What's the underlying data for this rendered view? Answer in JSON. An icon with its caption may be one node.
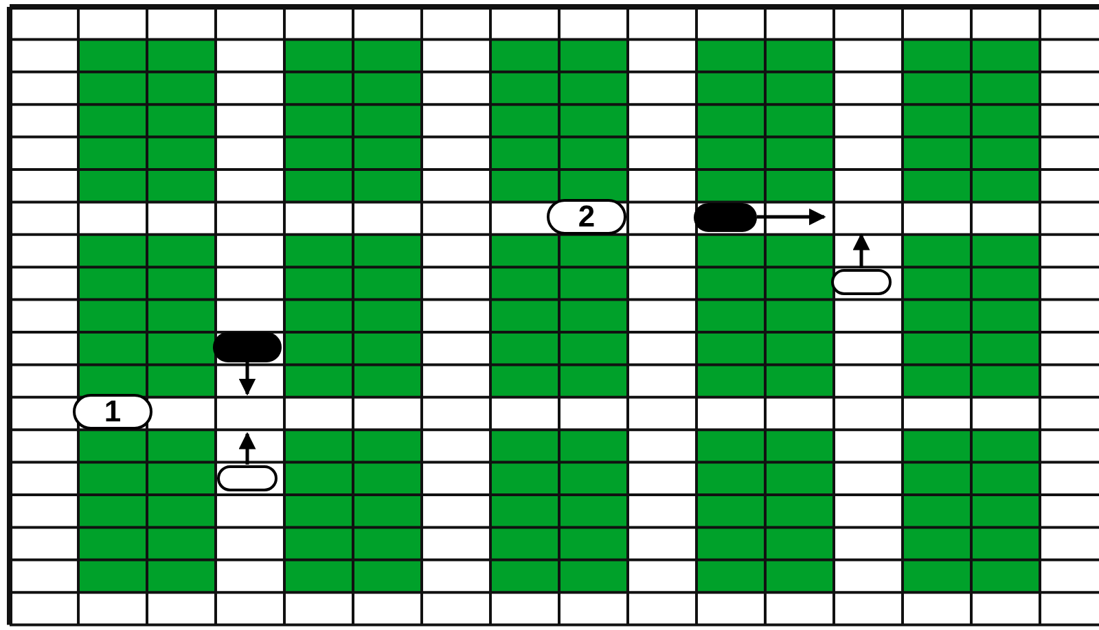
{
  "diagram": {
    "nodes": [
      {
        "text": [
          "1"
        ]
      },
      {
        "text": [
          "2"
        ]
      },
      {
        "text": [],
        "shape": "circle"
      },
      {
        "text": [],
        "shape": "circle"
      },
      {
        "text": [],
        "shape": "circle"
      },
      {
        "text": [],
        "shape": "circle"
      }
    ],
    "edges": [
      {
        "from": 2,
        "to": null,
        "arrow": "to"
      },
      {
        "from": 3,
        "to": null,
        "arrow": "to"
      },
      {
        "from": 4,
        "to": null,
        "arrow": "to"
      },
      {
        "from": 5,
        "to": null,
        "arrow": "to"
      }
    ]
  }
}
